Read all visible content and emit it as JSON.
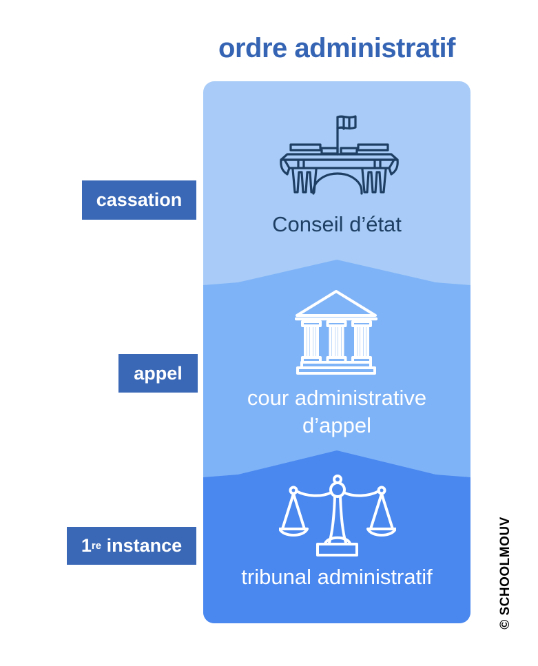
{
  "title": "ordre administratif",
  "watermark": "© SCHOOLMOUV",
  "diagram": {
    "title_color": "#3464b3",
    "label_background_color": "#3a68b6",
    "levels": [
      {
        "stage_label": "cassation",
        "court_name": "Conseil d’état",
        "icon": "government-building-icon",
        "background_color": "#a8ccf7",
        "text_color": "#1e3f63",
        "icon_color": "#1e3f63"
      },
      {
        "stage_label": "appel",
        "court_name_line1": "cour administrative",
        "court_name_line2": "d’appel",
        "icon": "greek-temple-icon",
        "background_color": "#7fb3f7",
        "text_color": "#ffffff",
        "icon_color": "#ffffff"
      },
      {
        "stage_label_number": "1",
        "stage_label_superscript": "re",
        "stage_label_rest": " instance",
        "court_name": "tribunal administratif",
        "icon": "justice-scales-icon",
        "background_color": "#4a88ef",
        "text_color": "#ffffff",
        "icon_color": "#ffffff"
      }
    ]
  }
}
